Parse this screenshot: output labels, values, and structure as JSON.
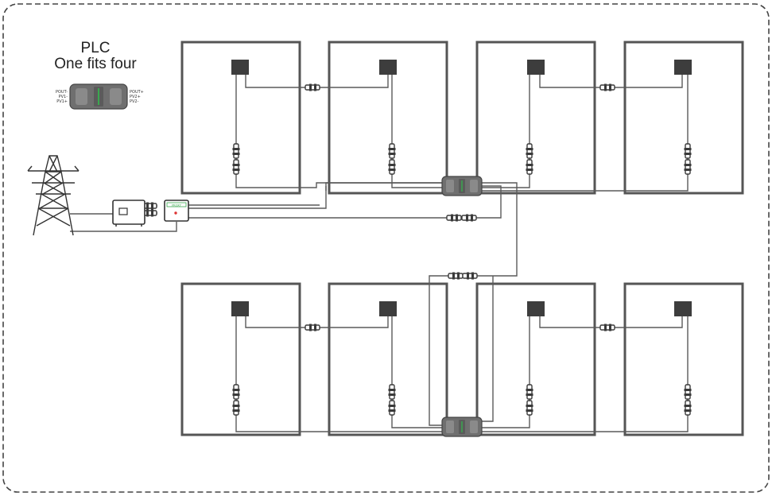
{
  "header": {
    "title": "PLC",
    "subtitle": "One fits four"
  },
  "plc_legend": {
    "left_ports": [
      "POUT-",
      "PV1-",
      "PV1+"
    ],
    "right_ports": [
      "POUT+",
      "PV2+",
      "PV2-"
    ]
  },
  "monitor_label": "PROXY",
  "colors": {
    "panel_stroke": "#555555",
    "wire": "#5a5a5a",
    "junction_box": "#3d3d3d",
    "device_body": "#6f6f6f",
    "device_accent": "#3aa84f",
    "border_dash": "#444444"
  },
  "icons": [
    "transmission-tower-icon",
    "inverter-icon",
    "monitor-device-icon",
    "plc-device-icon",
    "connector-icon"
  ]
}
